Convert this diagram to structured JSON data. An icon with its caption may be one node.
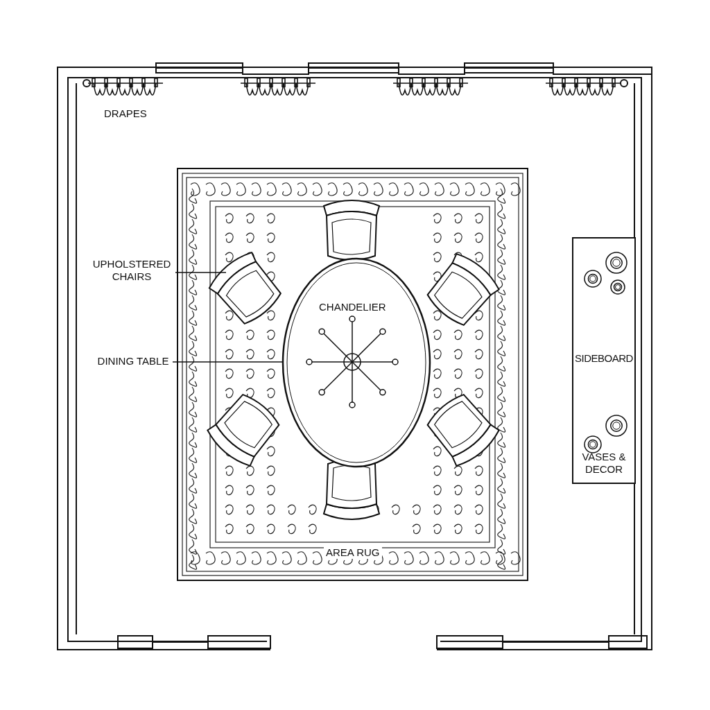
{
  "diagram": {
    "nodes": [
      {
        "text": [
          "AREA RUG"
        ]
      },
      {
        "text": [
          "UPHOLSTERED CHAIRS"
        ]
      },
      {
        "text": [],
        "shape": "chair",
        "in": 0
      },
      {
        "text": [
          "DINING TABLE"
        ]
      },
      {
        "text": [],
        "shape": "oval",
        "in": 0
      },
      {
        "text": [
          "SIDEBOARD",
          "VASES & DECOR"
        ]
      }
    ],
    "edges": [
      {
        "from": 1,
        "to": 2,
        "arrow": "none"
      },
      {
        "from": 3,
        "to": 4,
        "arrow": "none"
      }
    ],
    "labels": [
      "DRAPES",
      "CHANDELIER"
    ]
  }
}
